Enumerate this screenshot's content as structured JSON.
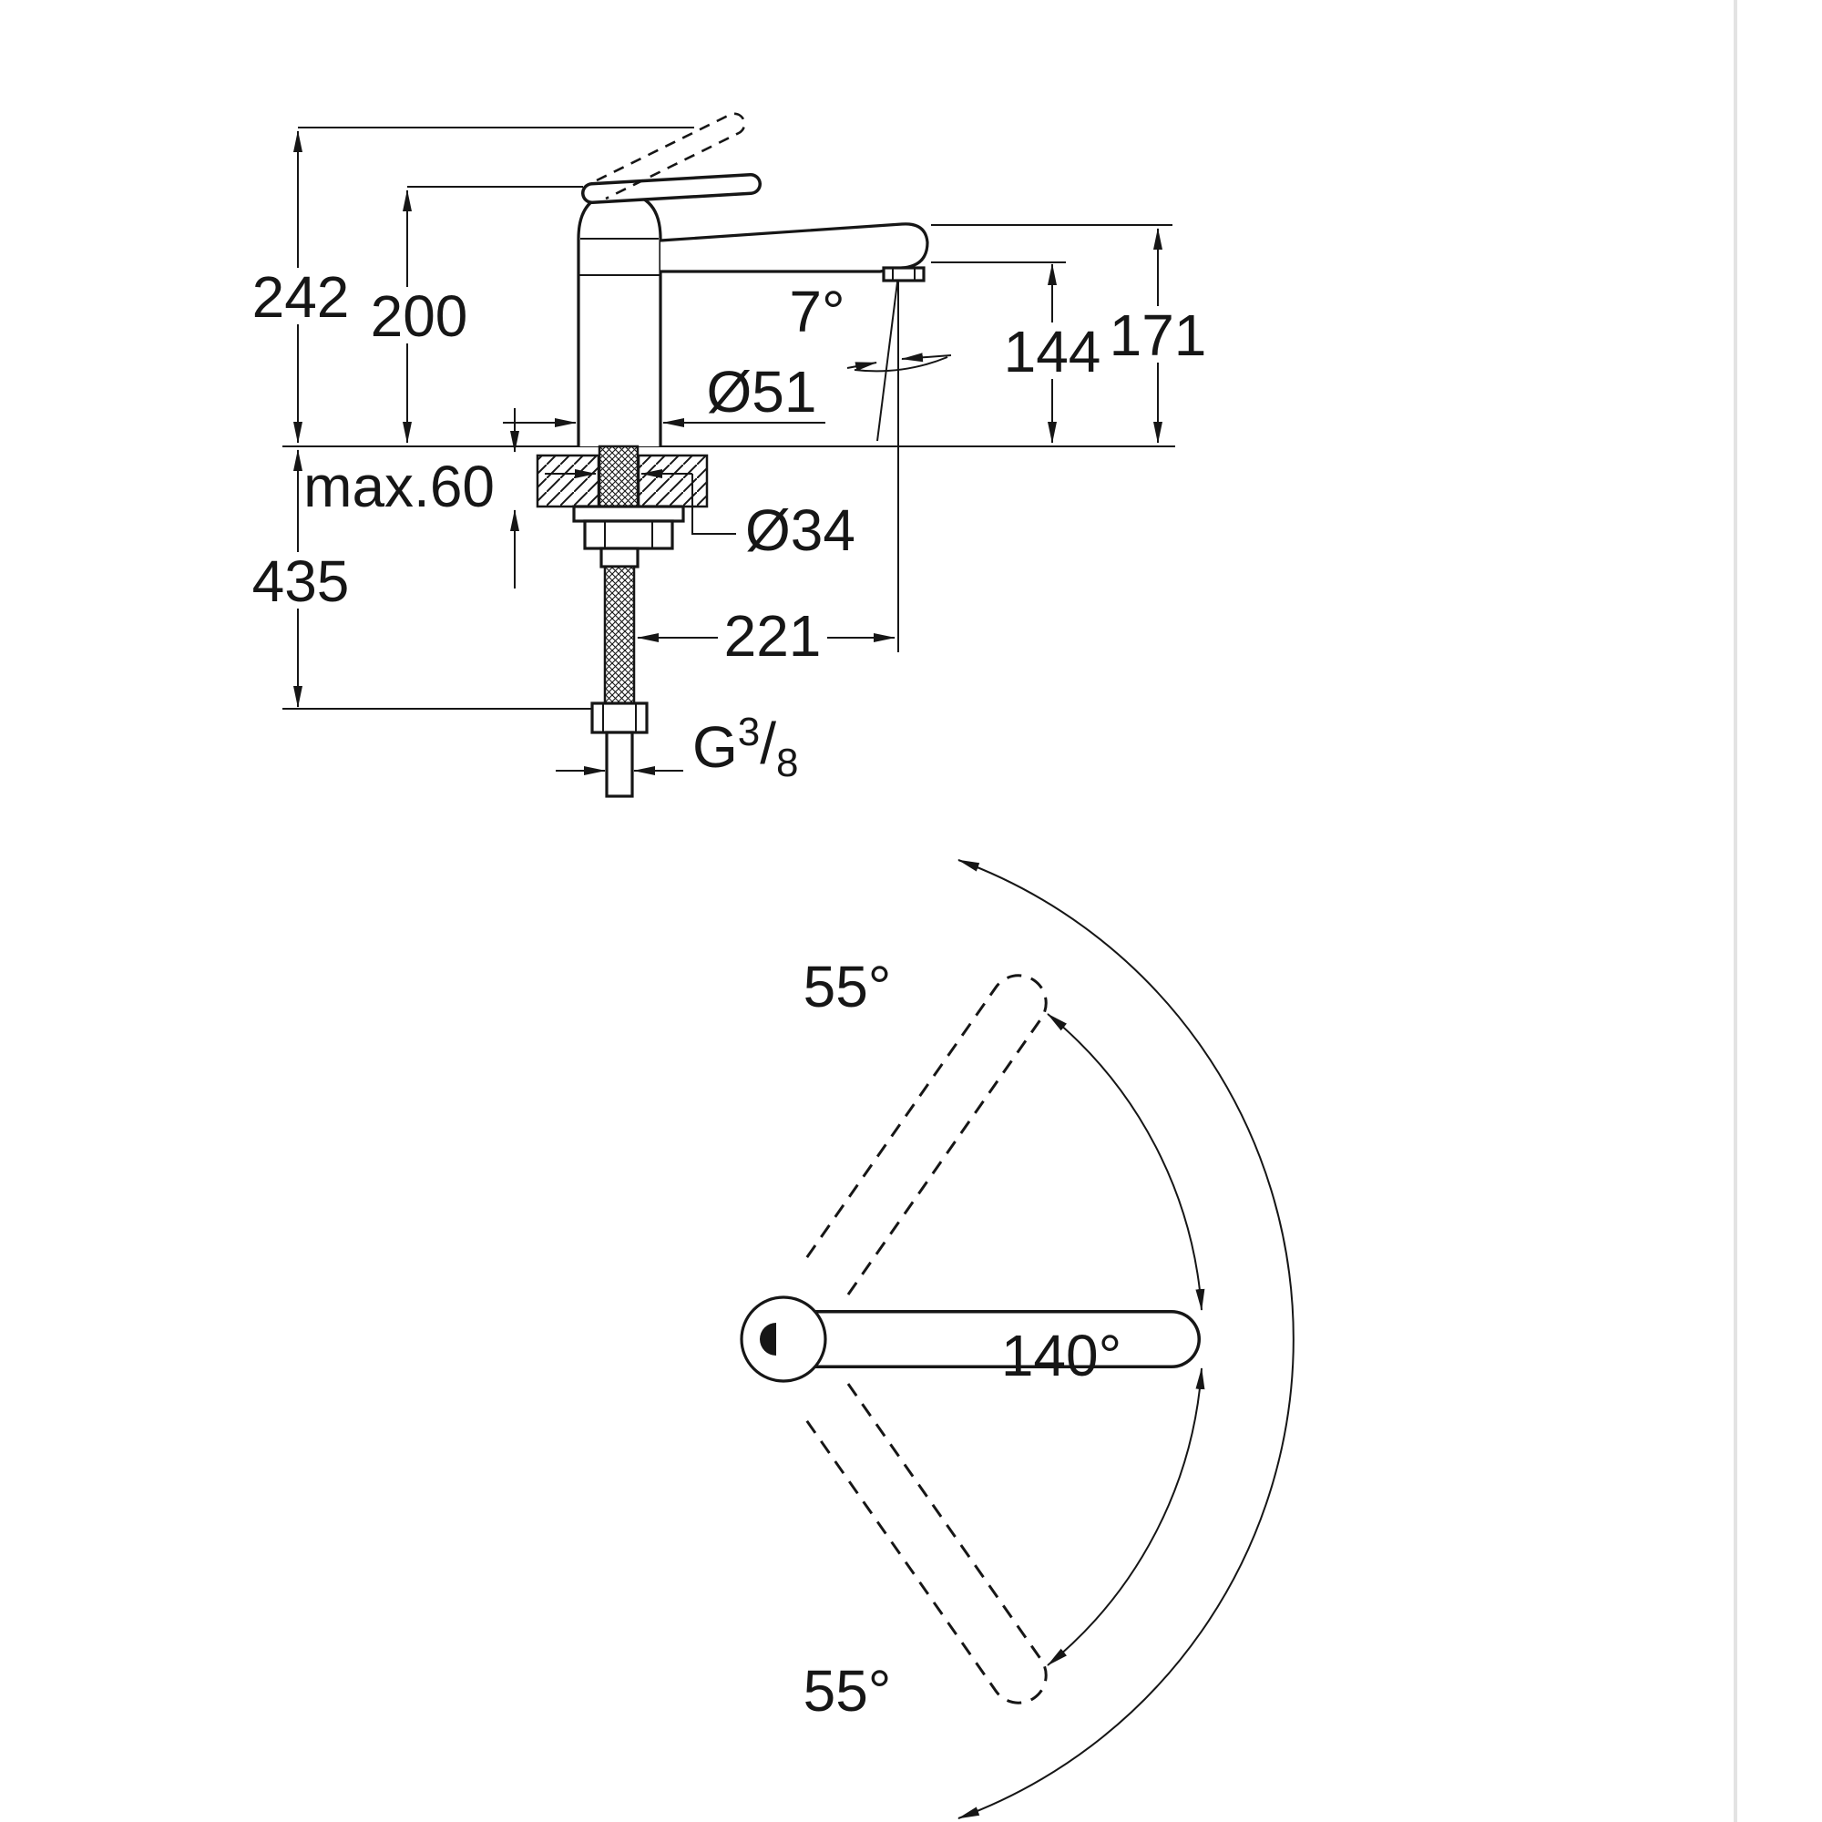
{
  "side_view": {
    "dim_height_full": "242",
    "dim_height_body": "200",
    "dim_spout_top": "171",
    "dim_outlet_height": "144",
    "angle_spout": "7°",
    "dia_body": "Ø51",
    "dia_hole": "Ø34",
    "max_thickness": "max.60",
    "dim_below_counter": "435",
    "dim_reach": "221",
    "thread": {
      "g": "G",
      "num": "3",
      "slash": "/",
      "den": "8"
    }
  },
  "top_view": {
    "swivel_upper": "55°",
    "swivel_lower": "55°",
    "swivel_total": "140°"
  },
  "colors": {
    "line": "#161616",
    "background": "#ffffff"
  }
}
